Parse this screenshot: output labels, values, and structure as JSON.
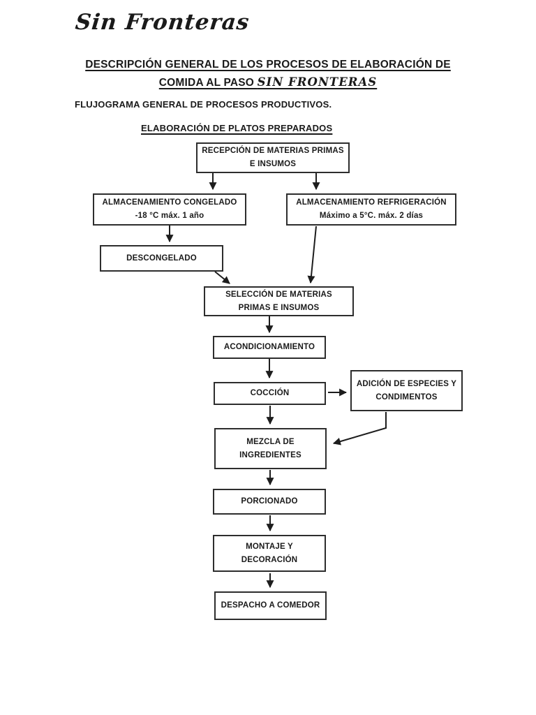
{
  "page": {
    "logo": "Sin Fronteras",
    "title_line1": "DESCRIPCIÓN GENERAL DE LOS PROCESOS DE ELABORACIÓN DE",
    "title_line2_prefix": "COMIDA AL PASO ",
    "title_line2_brand": "SIN FRONTERAS",
    "subtitle": "FLUJOGRAMA GENERAL DE PROCESOS PRODUCTIVOS.",
    "section_heading": "ELABORACIÓN DE PLATOS PREPARADOS"
  },
  "flowchart": {
    "nodes": {
      "recepcion": {
        "line1": "RECEPCIÓN DE MATERIAS PRIMAS",
        "line2": "E INSUMOS"
      },
      "congelado": {
        "line1": "ALMACENAMIENTO CONGELADO",
        "line2": "-18 °C máx. 1 año"
      },
      "refrigeracion": {
        "line1": "ALMACENAMIENTO REFRIGERACIÓN",
        "line2": "Máximo a 5°C. máx. 2 días"
      },
      "descongelado": {
        "line1": "DESCONGELADO"
      },
      "seleccion": {
        "line1": "SELECCIÓN DE MATERIAS",
        "line2": "PRIMAS E INSUMOS"
      },
      "acondicionamiento": {
        "line1": "ACONDICIONAMIENTO"
      },
      "coccion": {
        "line1": "COCCIÓN"
      },
      "adicion": {
        "line1": "ADICIÓN DE ESPECIES Y",
        "line2": "CONDIMENTOS"
      },
      "mezcla": {
        "line1": "MEZCLA DE",
        "line2": "INGREDIENTES"
      },
      "porcionado": {
        "line1": "PORCIONADO"
      },
      "montaje": {
        "line1": "MONTAJE Y",
        "line2": "DECORACIÓN"
      },
      "despacho": {
        "line1": "DESPACHO A COMEDOR"
      }
    }
  },
  "colors": {
    "ink": "#1a1a1a",
    "box_border": "#2d2d2d",
    "page_background": "#ffffff"
  }
}
